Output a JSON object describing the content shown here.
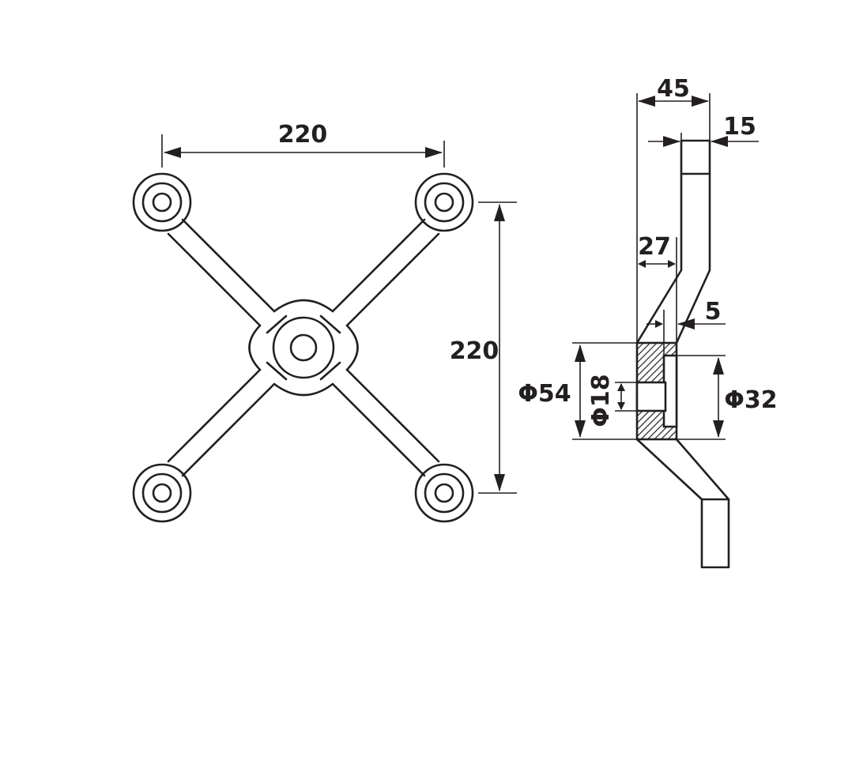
{
  "drawing": {
    "front_view": {
      "dim_width": "220",
      "dim_height": "220"
    },
    "side_view": {
      "dim_total_depth": "45",
      "dim_arm_thickness": "15",
      "dim_hub_depth": "27",
      "dim_offset": "5",
      "dim_outer_diameter": "Φ54",
      "dim_bore_diameter": "Φ18",
      "dim_counterbore_diameter": "Φ32"
    }
  },
  "colors": {
    "line": "#231f20",
    "background": "#ffffff"
  }
}
